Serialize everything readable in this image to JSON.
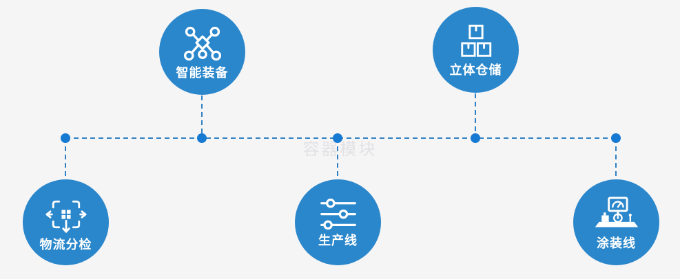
{
  "watermark": "容器模块",
  "colors": {
    "background": "#f5f5f6",
    "circle": "#2b87cb",
    "connector": "#2e80c3",
    "dot": "#1679d2",
    "icon": "#ffffff",
    "watermark-color": "#e2e2e5",
    "label": "#ffffff"
  },
  "nodes": [
    {
      "id": "smart-equipment",
      "label": "智能装备",
      "icon": "network-nodes-icon",
      "position": "top-left"
    },
    {
      "id": "stereo-warehouse",
      "label": "立体仓储",
      "icon": "stacked-boxes-icon",
      "position": "top-right"
    },
    {
      "id": "logistics-sorting",
      "label": "物流分检",
      "icon": "sorting-crosshair-icon",
      "position": "bottom-left"
    },
    {
      "id": "production-line",
      "label": "生产线",
      "icon": "sliders-icon",
      "position": "bottom-center"
    },
    {
      "id": "painting-line",
      "label": "涂装线",
      "icon": "painting-machine-icon",
      "position": "bottom-right"
    }
  ]
}
